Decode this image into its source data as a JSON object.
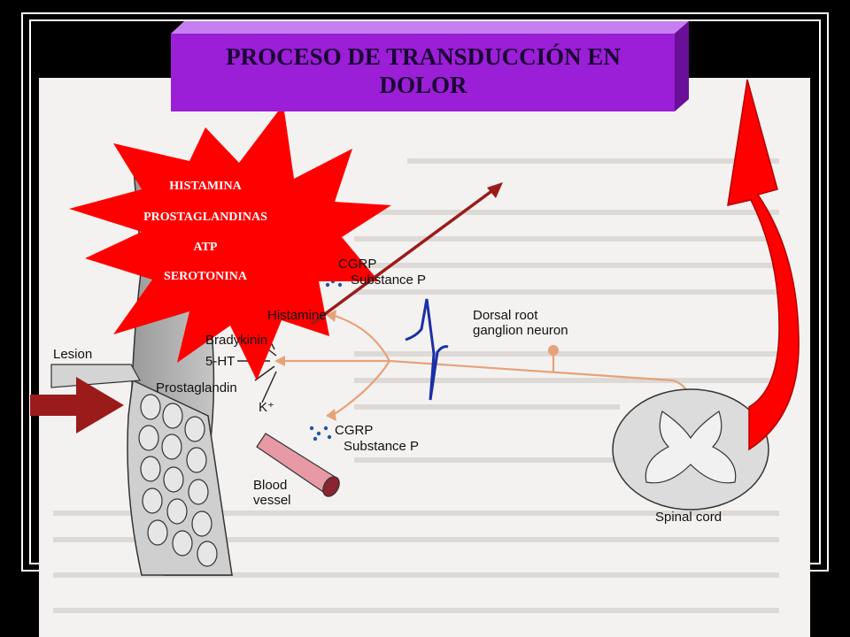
{
  "slide": {
    "title_line1": "PROCESO DE TRANSDUCCIÓN EN",
    "title_line2": "DOLOR"
  },
  "mediators": [
    "HISTAMINA",
    "PROSTAGLANDINAS",
    "ATP",
    "SEROTONINA"
  ],
  "diagram": {
    "lesion": "Lesion",
    "cgrp_top": "CGRP",
    "substance_p_top": "Substance P",
    "histamine": "Histamine",
    "bradykinin": "Bradykinin",
    "ht5": "5-HT",
    "prostaglandin": "Prostaglandin",
    "k": "K⁺",
    "cgrp_bottom": "CGRP",
    "substance_p_bottom": "Substance P",
    "blood_vessel_1": "Blood",
    "blood_vessel_2": "vessel",
    "dorsal_root_1": "Dorsal root",
    "dorsal_root_2": "ganglion neuron",
    "spinal_cord": "Spinal cord"
  },
  "colors": {
    "title_fill": "#9b1fd6",
    "burst_fill": "#ff0000",
    "arrow_red": "#ff0000",
    "arrow_dark_red": "#9b1b1b",
    "signal_blue": "#1a2fa8",
    "background": "#000000"
  }
}
